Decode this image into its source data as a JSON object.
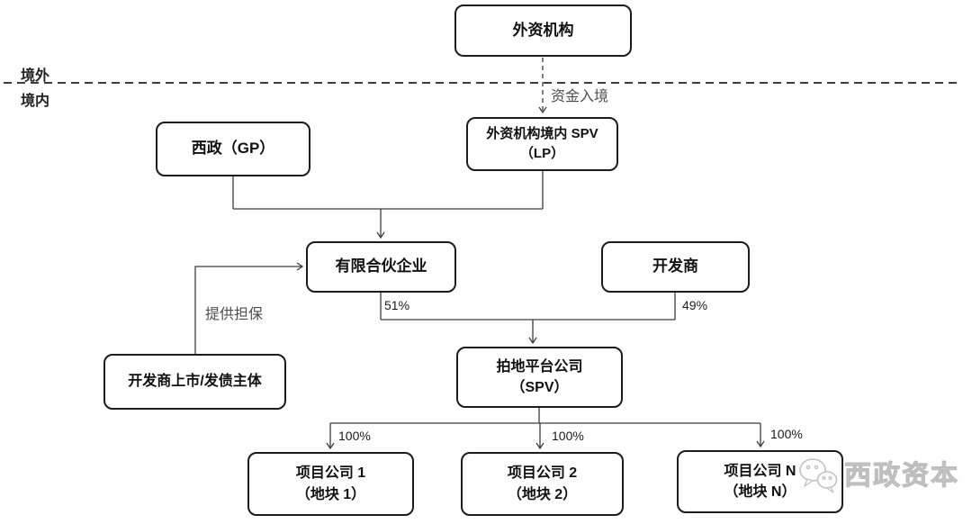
{
  "regions": {
    "offshore_label": "境外",
    "onshore_label": "境内"
  },
  "nodes": {
    "foreign_institution": {
      "label": "外资机构"
    },
    "xizheng_gp": {
      "label": "西政（GP）"
    },
    "foreign_spv": {
      "line1": "外资机构境内 SPV",
      "line2": "（LP）"
    },
    "limited_partnership": {
      "label": "有限合伙企业"
    },
    "developer": {
      "label": "开发商"
    },
    "developer_listing_entity": {
      "label": "开发商上市/发债主体"
    },
    "land_platform": {
      "line1": "拍地平台公司",
      "line2": "（SPV）"
    },
    "project_company_1": {
      "line1": "项目公司 1",
      "line2": "（地块 1）"
    },
    "project_company_2": {
      "line1": "项目公司 2",
      "line2": "（地块 2）"
    },
    "project_company_n": {
      "line1": "项目公司 N",
      "line2": "（地块 N）"
    }
  },
  "edge_labels": {
    "capital_entry": "资金入境",
    "provide_guarantee": "提供担保",
    "partnership_share": "51%",
    "developer_share": "49%",
    "project1_share": "100%",
    "project2_share": "100%",
    "projectn_share": "100%"
  },
  "watermark": {
    "brand": "西政资本",
    "icon": "wechat-icon"
  },
  "colors": {
    "line": "#3c3c3c",
    "box_border": "#1c1c1c",
    "label_gray": "#4d4d4d",
    "watermark_gray": "#bdbdbd"
  }
}
